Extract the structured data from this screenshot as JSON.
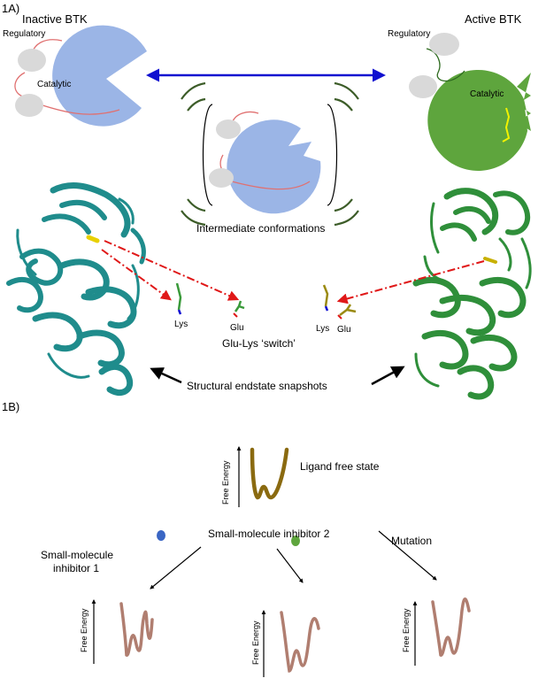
{
  "panel_a": {
    "label": "1A)",
    "inactive": {
      "title": "Inactive BTK",
      "regulatory": "Regulatory",
      "catalytic": "Catalytic"
    },
    "active": {
      "title": "Active BTK",
      "regulatory": "Regulatory",
      "catalytic": "Catalytic"
    },
    "intermediate_label": "Intermediate conformations",
    "residues": {
      "lys": "Lys",
      "glu": "Glu"
    },
    "switch_label": "Glu-Lys ‘switch’",
    "endstate_label": "Structural endstate snapshots"
  },
  "panel_b": {
    "label": "1B)",
    "axis_label": "Free Energy",
    "ligand_free": "Ligand free state",
    "inhibitor_1": [
      "Small-molecule",
      "inhibitor 1"
    ],
    "inhibitor_2": "Small-molecule inhibitor 2",
    "mutation": "Mutation"
  },
  "colors": {
    "pacman_inactive": "#9bb5e6",
    "pacman_active": "#5ea53d",
    "regulatory_domain": "#d9d9d9",
    "linker_inactive": "#e07070",
    "linker_active": "#2e6b1f",
    "activation_loop": "#f2f200",
    "double_arrow": "#1010d0",
    "dashed_arrow": "#e01818",
    "protein_inactive": "#1f8c8c",
    "protein_active": "#2f8f3a",
    "curve_ligand_free": "#8a6a10",
    "curve_perturbed": "#b07e70",
    "inhibitor_1_dot": "#3a66c4",
    "inhibitor_2_dot": "#5ea53d",
    "motion_lines": "#3c5c28"
  }
}
